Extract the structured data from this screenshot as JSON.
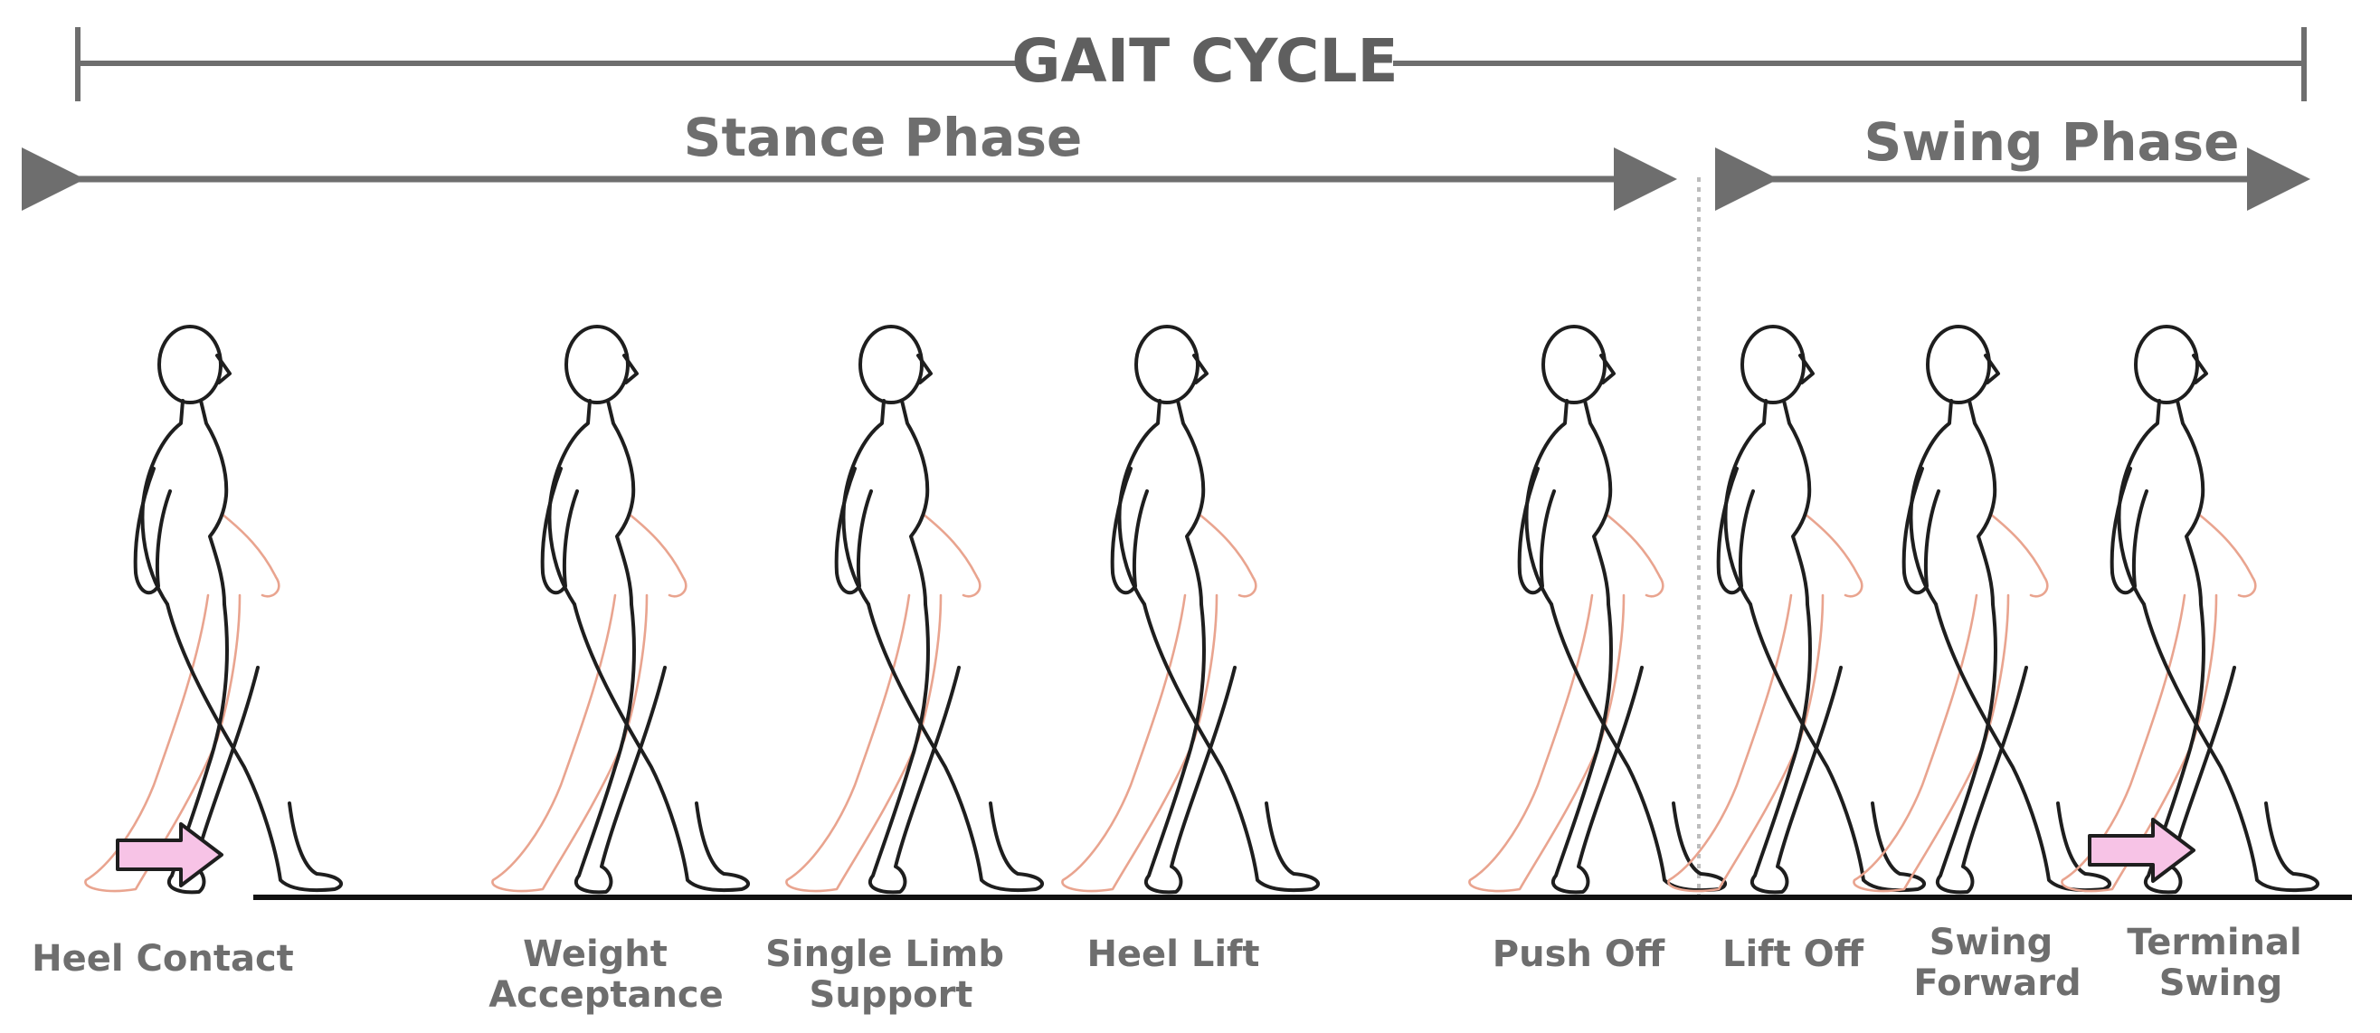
{
  "diagram": {
    "title": "GAIT CYCLE",
    "stance_phase_label": "Stance Phase",
    "swing_phase_label": "Swing Phase",
    "phases": [
      {
        "id": "heel-contact",
        "lines": [
          "Heel Contact"
        ]
      },
      {
        "id": "weight-acceptance",
        "lines": [
          "Weight",
          "Acceptance"
        ]
      },
      {
        "id": "single-limb-support",
        "lines": [
          "Single Limb",
          "Support"
        ]
      },
      {
        "id": "heel-lift",
        "lines": [
          "Heel Lift"
        ]
      },
      {
        "id": "push-off",
        "lines": [
          "Push Off"
        ]
      },
      {
        "id": "lift-off",
        "lines": [
          "Lift Off"
        ]
      },
      {
        "id": "swing-forward",
        "lines": [
          "Swing",
          "Forward"
        ]
      },
      {
        "id": "terminal-swing",
        "lines": [
          "Terminal",
          "Swing"
        ]
      }
    ],
    "colors": {
      "line": "#6e6e6e",
      "figure_outline": "#1e1e1e",
      "ghost_leg": "#e9a48f",
      "arrow_fill": "#f7c3e6",
      "ground": "#111111",
      "divider": "#bdbdbd"
    }
  }
}
